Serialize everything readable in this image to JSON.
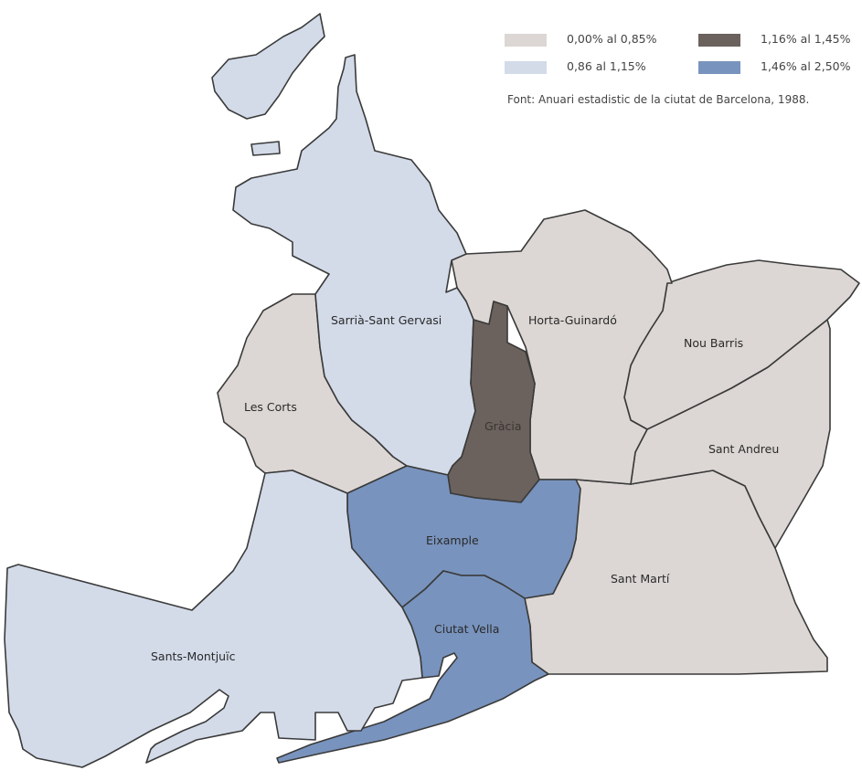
{
  "legend": {
    "items": [
      {
        "label": "0,00% al 0,85%",
        "color": "#dcd7d4"
      },
      {
        "label": "0,86 al 1,15%",
        "color": "#d3dbe9"
      },
      {
        "label": "1,16% al 1,45%",
        "color": "#6b625d"
      },
      {
        "label": "1,46% al 2,50%",
        "color": "#7893bd"
      }
    ]
  },
  "source": "Font: Anuari estadistic de la ciutat de Barcelona, 1988.",
  "districts": [
    {
      "name": "Sarrià-Sant Gervasi",
      "class": "0,86 al 1,15%"
    },
    {
      "name": "Horta-Guinardó",
      "class": "0,00% al 0,85%"
    },
    {
      "name": "Nou Barris",
      "class": "0,00% al 0,85%"
    },
    {
      "name": "Les Corts",
      "class": "0,00% al 0,85%"
    },
    {
      "name": "Gràcia",
      "class": "1,16% al 1,45%"
    },
    {
      "name": "Sant Andreu",
      "class": "0,00% al 0,85%"
    },
    {
      "name": "Eixample",
      "class": "1,46% al 2,50%"
    },
    {
      "name": "Sant Martí",
      "class": "0,00% al 0,85%"
    },
    {
      "name": "Ciutat Vella",
      "class": "1,46% al 2,50%"
    },
    {
      "name": "Sants-Montjuïc",
      "class": "0,86 al 1,15%"
    }
  ]
}
